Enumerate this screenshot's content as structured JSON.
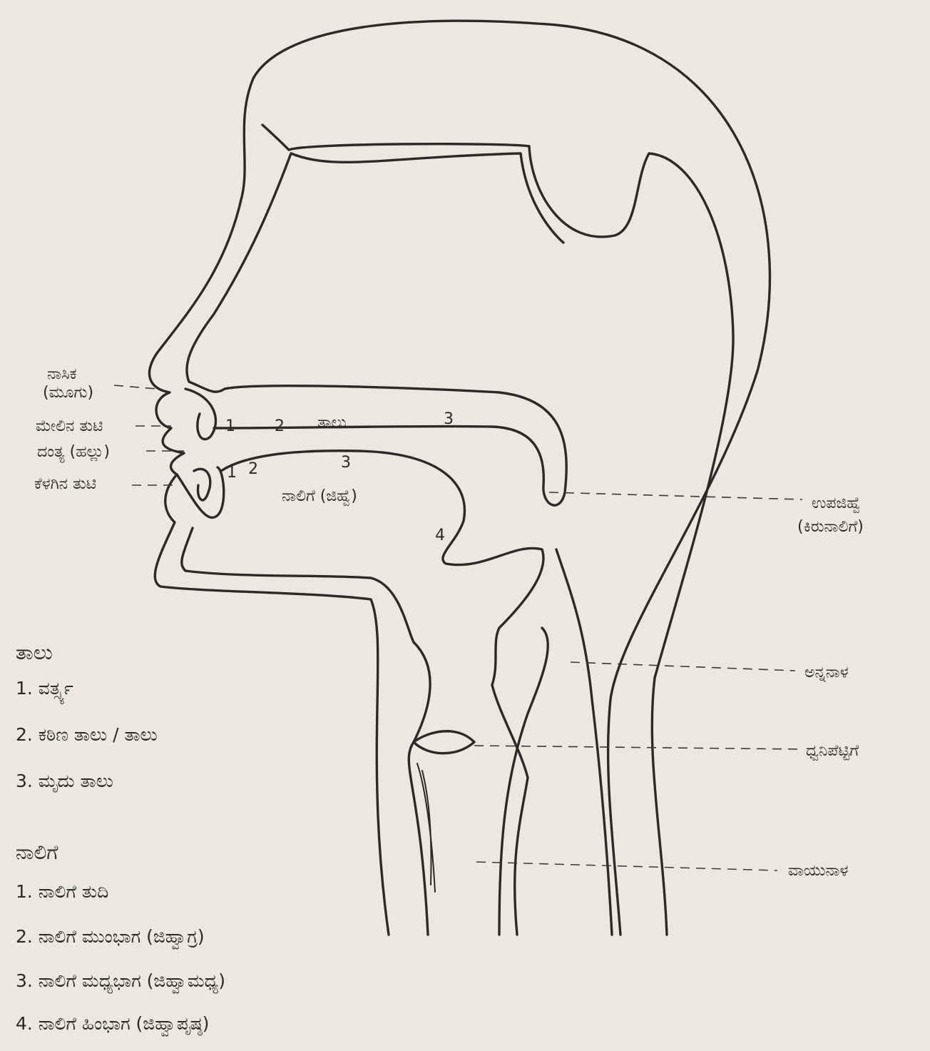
{
  "labels": {
    "nasika": "ನಾಸಿಕ",
    "nasika_sub": "(ಮೂಗು)",
    "melina_tuti": "ಮೇಲಿನ ತುಟಿ",
    "dantagalu": "ದಂತ್ಯ (ಹಲ್ಲು)",
    "kelagina_tuti": "ಕೆಳಗಿನ ತುಟಿ",
    "talu": "ತಾಲು",
    "nalige": "ನಾಲಿಗೆ (ಜಿಹ್ವೆ)",
    "upajihve": "ಉಪಜಿಹ್ವೆ",
    "upajihve_sub": "(ಕಿರುನಾಲಿಗೆ)",
    "annanala": "ಅನ್ನನಾಳ",
    "dhwanipetige": "ಧ್ವನಿಪೆಟ್ಟಿಗೆ",
    "vayunala": "ವಾಯುನಾಳ"
  },
  "numbers": {
    "talu": [
      "1",
      "2",
      "3"
    ],
    "tongue": [
      "1",
      "2",
      "3",
      "4"
    ]
  },
  "legend_talu": {
    "title": "ತಾಲು",
    "items": [
      "1. ವರ್ತ್ಸ್ಯ",
      "2. ಕಠಿಣ ತಾಲು / ತಾಲು",
      "3. ಮೃದು ತಾಲು"
    ]
  },
  "legend_nalige": {
    "title": "ನಾಲಿಗೆ",
    "items": [
      "1. ನಾಲಿಗೆ ತುದಿ",
      "2. ನಾಲಿಗೆ ಮುಂಭಾಗ (ಜಿಹ್ವಾಗ್ರ)",
      "3. ನಾಲಿಗೆ ಮಧ್ಯಭಾಗ (ಜಿಹ್ವಾಮಧ್ಯ)",
      "4. ನಾಲಿಗೆ ಹಿಂಭಾಗ (ಜಿಹ್ವಾಪೃಷ್ಠ)"
    ]
  }
}
